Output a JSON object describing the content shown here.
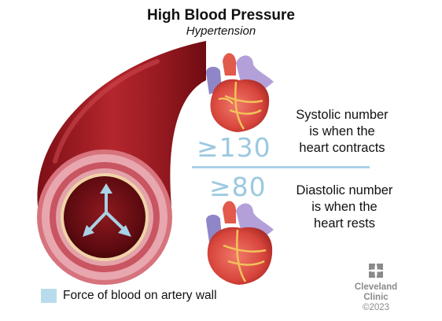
{
  "header": {
    "title": "High Blood Pressure",
    "subtitle": "Hypertension"
  },
  "systolic": {
    "value": "≥130",
    "label_lines": [
      "Systolic number",
      "is when the",
      "heart contracts"
    ]
  },
  "diastolic": {
    "value": "≥80",
    "label_lines": [
      "Diastolic number",
      "is when the",
      "heart rests"
    ]
  },
  "legend": {
    "text": "Force of blood on artery wall",
    "color": "#b9dcec"
  },
  "branding": {
    "name_line1": "Cleveland",
    "name_line2": "Clinic",
    "copyright": "©2023"
  },
  "colors": {
    "artery": "#9e1b22",
    "artery_highlight": "#c0343a",
    "lumen": "#6e1016",
    "accent_blue": "#9cc9e0"
  }
}
